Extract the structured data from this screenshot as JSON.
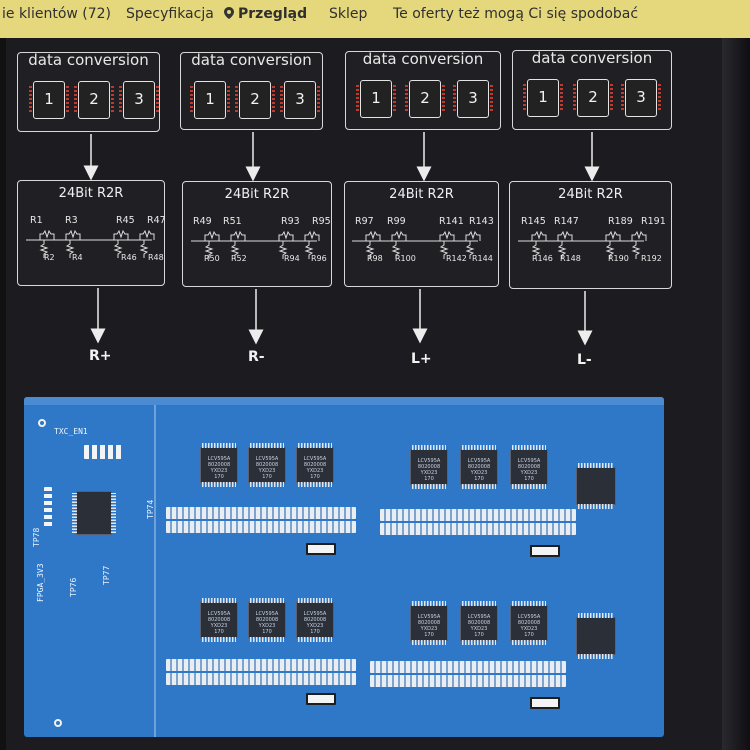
{
  "nav": {
    "reviews": "ie klientów (72)",
    "specs": "Specyfikacja",
    "overview": "Przegląd",
    "shop": "Sklep",
    "suggest": "Te oferty też mogą Ci się spodobać"
  },
  "diagram": {
    "dc_label": "data conversion",
    "chip_labels": [
      "1",
      "2",
      "3"
    ],
    "r2r_title": "24Bit R2R",
    "blocks": [
      {
        "top": [
          "R1",
          "R3",
          "R45",
          "R47"
        ],
        "bottom": [
          "R2",
          "R4",
          "R46",
          "R48"
        ],
        "output": "R+"
      },
      {
        "top": [
          "R49",
          "R51",
          "R93",
          "R95"
        ],
        "bottom": [
          "R50",
          "R52",
          "R94",
          "R96"
        ],
        "output": "R-"
      },
      {
        "top": [
          "R97",
          "R99",
          "R141",
          "R143"
        ],
        "bottom": [
          "R98",
          "R100",
          "R142",
          "R144"
        ],
        "output": "L+"
      },
      {
        "top": [
          "R145",
          "R147",
          "R189",
          "R191"
        ],
        "bottom": [
          "R146",
          "R148",
          "R190",
          "R192"
        ],
        "output": "L-"
      }
    ]
  },
  "pcb": {
    "silk": {
      "txc": "TXC_EN1",
      "fpga": "FPGA_3V3",
      "tp78": "TP78",
      "tp74": "TP74",
      "tp76": "TP76",
      "tp77": "TP77"
    },
    "ic_text": "LCV595A\n8020008\nYXD23\n170"
  }
}
